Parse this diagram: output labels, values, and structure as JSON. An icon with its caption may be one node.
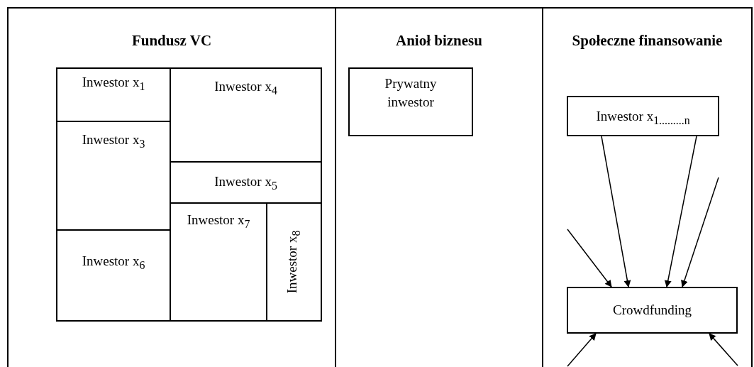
{
  "diagram": {
    "nodes": [
      {
        "text": [
          "Fundusz VC"
        ]
      },
      {
        "text": [
          "Inwestor x$_{1}$"
        ],
        "in": 0
      },
      {
        "text": [
          "Inwestor x$_{3}$"
        ],
        "in": 0
      },
      {
        "text": [
          "Inwestor x$_{4}$"
        ],
        "in": 0
      },
      {
        "text": [
          "Inwestor x$_{5}$"
        ],
        "in": 0
      },
      {
        "text": [
          "Inwestor x$_{6}$"
        ],
        "in": 0
      },
      {
        "text": [
          "Inwestor x$_{7}$"
        ],
        "in": 0
      },
      {
        "text": [
          "Inwestor x$_{8}$"
        ],
        "in": 0
      },
      {
        "text": [
          "Anioł biznesu"
        ]
      },
      {
        "text": [
          "Prywatny inwestor"
        ],
        "in": 8
      },
      {
        "text": [
          "Społeczne finansowanie"
        ]
      },
      {
        "text": [
          "Inwestor x$_{1.........n}$"
        ],
        "in": 10
      },
      {
        "text": [
          "Crowdfunding"
        ],
        "in": 10
      }
    ],
    "edges": [
      {
        "from": 11,
        "to": 12,
        "arrow": "to"
      },
      {
        "from": 11,
        "to": 12,
        "arrow": "to"
      },
      {
        "from": null,
        "to": 12,
        "arrow": "to"
      },
      {
        "from": null,
        "to": 12,
        "arrow": "to"
      },
      {
        "from": null,
        "to": 12,
        "arrow": "to"
      },
      {
        "from": null,
        "to": 12,
        "arrow": "to"
      }
    ]
  }
}
